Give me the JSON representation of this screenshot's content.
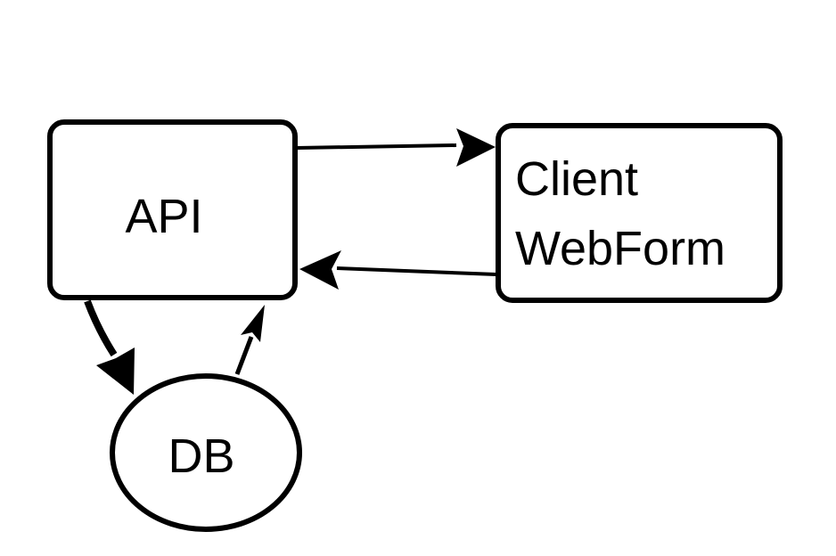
{
  "nodes": {
    "api": {
      "label": "API"
    },
    "client": {
      "label_line1": "Client",
      "label_line2": "WebForm"
    },
    "db": {
      "label": "DB"
    }
  },
  "colors": {
    "stroke": "#000000",
    "fill": "#ffffff"
  }
}
